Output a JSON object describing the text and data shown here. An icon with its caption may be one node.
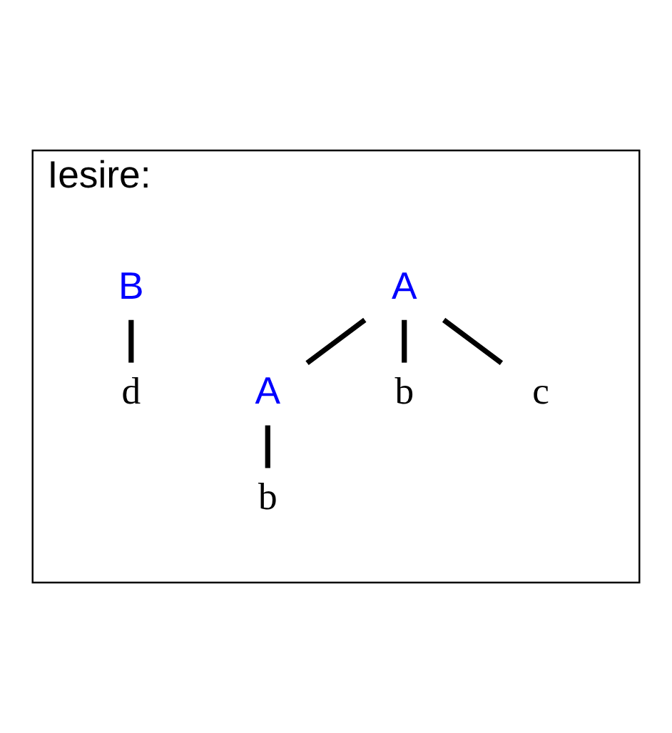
{
  "diagram": {
    "nodes": [
      {
        "text": [
          "Iesire:"
        ]
      },
      {
        "text": [
          "A"
        ],
        "in": 0
      },
      {
        "text": [
          "B"
        ],
        "in": 0
      },
      {
        "text": [
          "A"
        ],
        "in": 0
      },
      {
        "text": [
          "b"
        ],
        "in": 0
      },
      {
        "text": [
          "c"
        ],
        "in": 0
      },
      {
        "text": [
          "d"
        ],
        "in": 0
      },
      {
        "text": [
          "b"
        ],
        "in": 0
      }
    ],
    "edges": [
      {
        "from": 1,
        "to": 3,
        "arrow": "none"
      },
      {
        "from": 1,
        "to": 4,
        "arrow": "none"
      },
      {
        "from": 1,
        "to": 5,
        "arrow": "none"
      },
      {
        "from": 2,
        "to": 6,
        "arrow": "none"
      },
      {
        "from": 3,
        "to": 7,
        "arrow": "none"
      }
    ]
  }
}
